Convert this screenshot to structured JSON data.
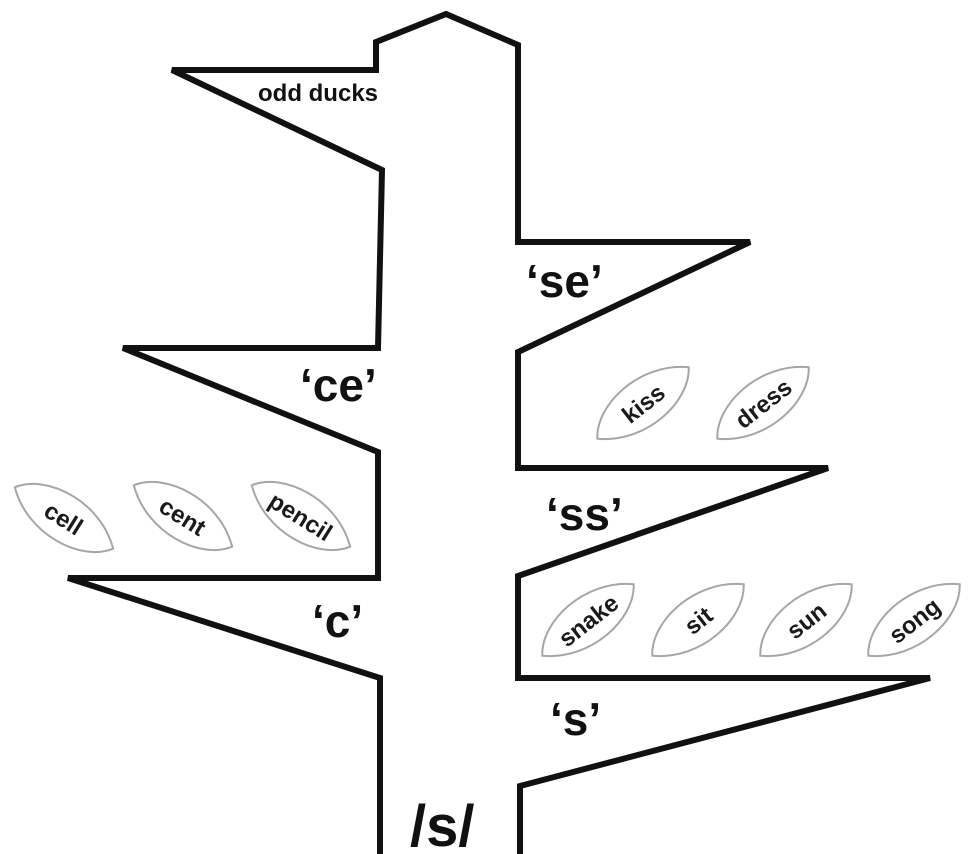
{
  "root": {
    "label": "/s/"
  },
  "odd_ducks": {
    "label": "odd ducks"
  },
  "branches": {
    "s": {
      "label": "‘s’",
      "leaves": [
        "snake",
        "sit",
        "sun",
        "song"
      ]
    },
    "ss": {
      "label": "‘ss’",
      "leaves": [
        "kiss",
        "dress"
      ]
    },
    "se": {
      "label": "‘se’",
      "leaves": []
    },
    "c": {
      "label": "‘c’",
      "leaves": [
        "cell",
        "cent",
        "pencil"
      ]
    },
    "ce": {
      "label": "‘ce’",
      "leaves": []
    }
  },
  "colors": {
    "outline": "#111111",
    "leaf_outline": "#a6a6a6",
    "text": "#111111"
  }
}
